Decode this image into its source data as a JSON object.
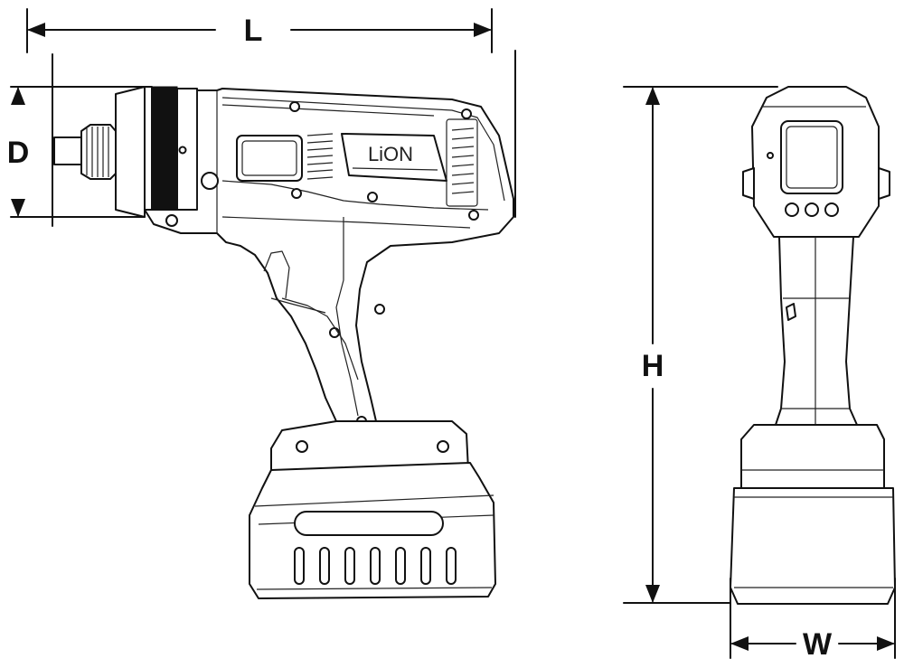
{
  "dimensions": {
    "length_label": "L",
    "diameter_label": "D",
    "height_label": "H",
    "width_label": "W"
  },
  "branding": {
    "logo_text": "LiON"
  },
  "views": [
    "side-view",
    "front-view"
  ],
  "colors": {
    "line": "#111111",
    "background": "#ffffff"
  }
}
